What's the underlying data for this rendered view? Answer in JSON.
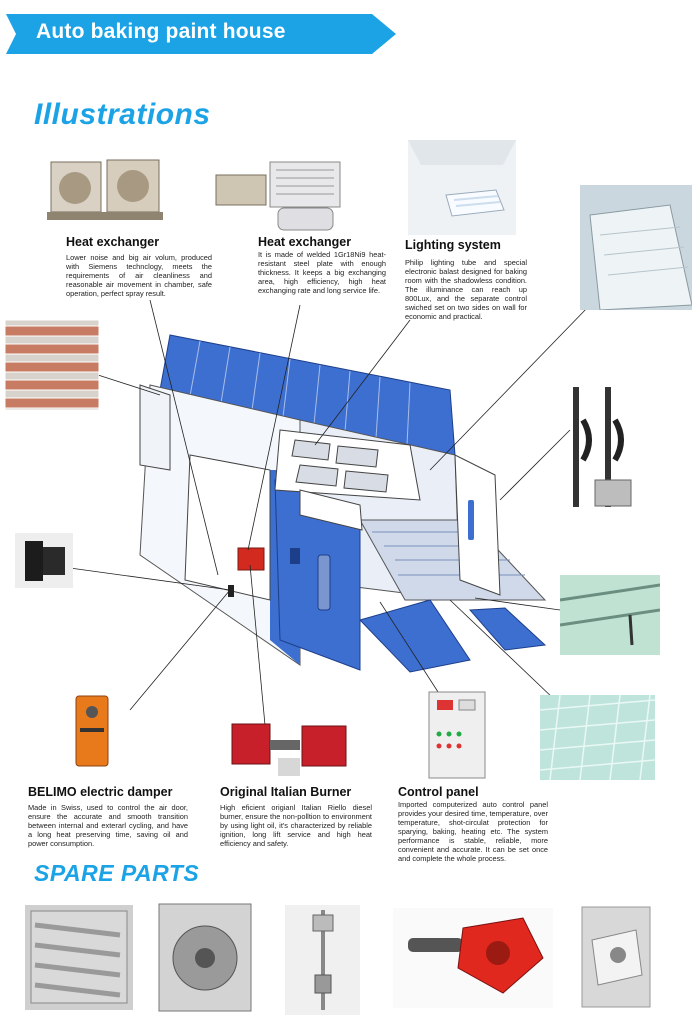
{
  "banner": {
    "title": "Auto baking paint house",
    "color": "#1ba3e6"
  },
  "illustrations": {
    "title": "Illustrations",
    "heat_exchanger_1": {
      "title": "Heat exchanger",
      "body": "Lower noise  and big air volum, produced with Siemens technclogy, meets the requirements of air cleanliness and reasonable air movement in chamber, safe operation, perfect spray result."
    },
    "heat_exchanger_2": {
      "title": "Heat exchanger",
      "body": "It is made of welded 1Gr18Ni9 heat-resistant  steel plate with enough thickness. It keeps a big exchanging area,  high efficiency, high heat exchanging rate and long service life."
    },
    "lighting": {
      "title": "Lighting system",
      "body": "Philip lighting tube and special electronic balast designed for baking room with the shadowless condition.  The illuminance can reach up 800Lux, and the separate control swiched set on two sides on wall for economic and practical."
    },
    "damper": {
      "title": "BELIMO electric damper",
      "body": "Made in Swiss, used to control the air door, ensure the accurate and smooth transition between internal and exterarl cycling, and have a long heat preserving time, saving oil and power consumption."
    },
    "burner": {
      "title": "Original Italian Burner",
      "body": "High eficient origianl Italian Riello diesel burner, ensure the non-polltion to environment by using light oil, it's characterized by reliable ignition, long lift service and high heat efficiency and safety."
    },
    "control": {
      "title": "Control panel",
      "body": "Imported computerized auto control panel provides your desired time, temperature, over temperature, shot-circulat protection for sparying, baking, heating etc. The system performance is stable, reliable, more convenient and accurate. It can be set once and complete the whole process."
    }
  },
  "spare_parts": {
    "title": "SPARE PARTS"
  },
  "colors": {
    "accent": "#1ba3e6",
    "booth_blue": "#3d6fd1"
  }
}
